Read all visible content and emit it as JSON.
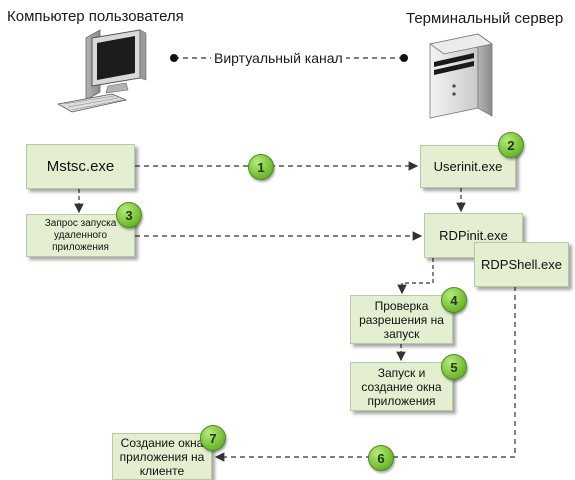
{
  "labels": {
    "client": "Компьютер пользователя",
    "server": "Терминальный сервер",
    "channel": "Виртуальный канал"
  },
  "boxes": {
    "mstsc": "Mstsc.exe",
    "userinit": "Userinit.exe",
    "request": "Запрос запуска удаленного приложения",
    "rdpinit": "RDPinit.exe",
    "rdpshell": "RDPShell.exe",
    "check": "Проверка разрешения на запуск",
    "launch": "Запуск и создание окна приложения",
    "create_window": "Создание окна приложения на клиенте"
  },
  "badges": [
    "1",
    "2",
    "3",
    "4",
    "5",
    "6",
    "7"
  ],
  "colors": {
    "box_fill": "#e4efd2",
    "badge": "#7cc43c",
    "line": "#333333"
  }
}
